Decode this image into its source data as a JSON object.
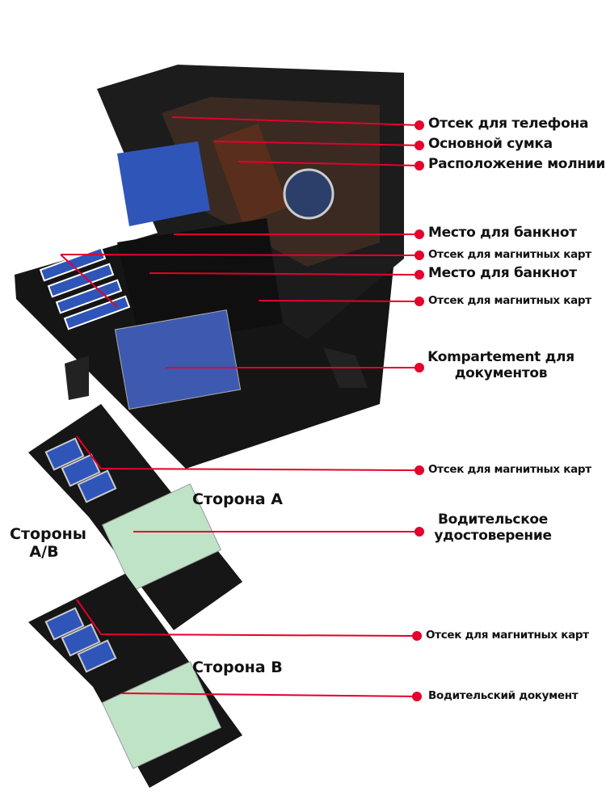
{
  "colors": {
    "accent": "#e4002b",
    "wallet": "#141414",
    "card": "#2f55b8"
  },
  "callouts": [
    {
      "text": "Отсек для телефона",
      "size": "big"
    },
    {
      "text": "Основной сумка",
      "size": "big"
    },
    {
      "text": "Расположение молнии",
      "size": "big"
    },
    {
      "text": "Место для банкнот",
      "size": "big"
    },
    {
      "text": "Отсек для магнитных карт",
      "size": "small"
    },
    {
      "text": "Место для банкнот",
      "size": "big"
    },
    {
      "text": "Отсек для магнитных карт",
      "size": "small"
    },
    {
      "line1": "Kompartement для",
      "line2": "документов",
      "size": "big"
    },
    {
      "text": "Отсек для магнитных карт",
      "size": "small"
    },
    {
      "line1": "Водительское",
      "line2": "удостоверение",
      "size": "big"
    },
    {
      "text": "Отсек для магнитных карт",
      "size": "small"
    },
    {
      "text": "Водительский документ",
      "size": "small"
    }
  ],
  "side_labels": {
    "sides_line1": "Стороны",
    "sides_line2": "A/B",
    "side_a": "Сторона A",
    "side_b": "Сторона B"
  }
}
